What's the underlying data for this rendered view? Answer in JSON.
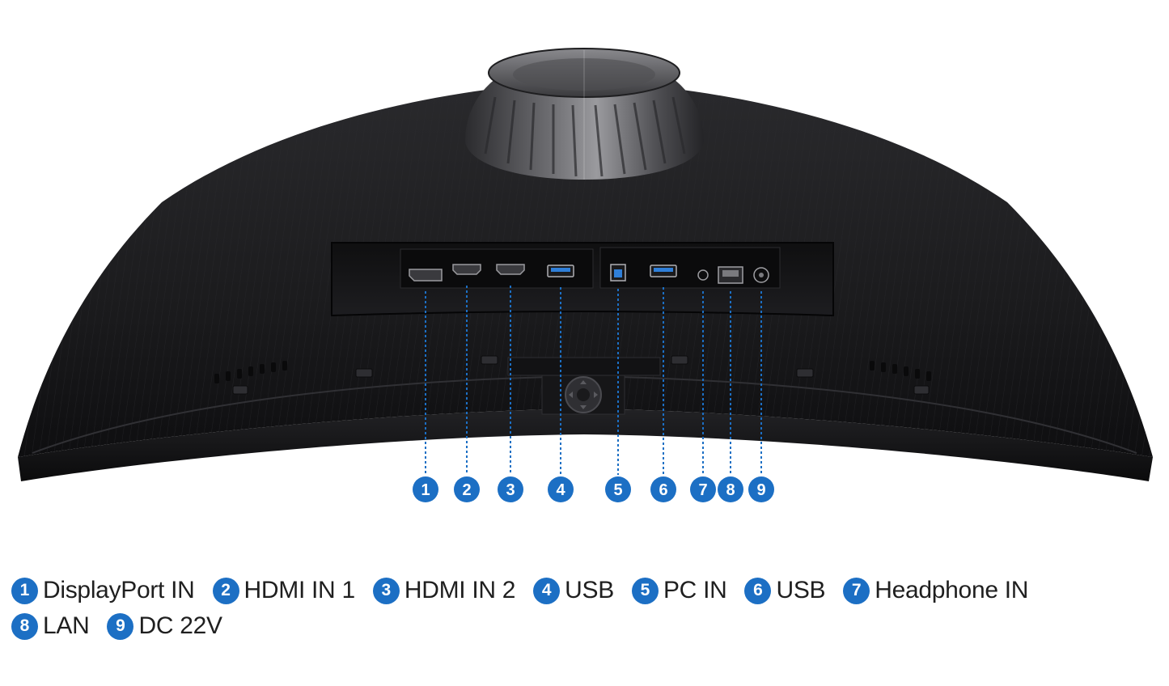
{
  "colors": {
    "badge": "#1c6fc4",
    "badge_text": "#ffffff",
    "leader_line": "#1c6fc4",
    "monitor_body": "#1b1b1d",
    "label_text": "#1f1f1f",
    "usb_accent": "#2f7fd9"
  },
  "ports": [
    {
      "number": "1",
      "label": "DisplayPort IN",
      "kind": "displayport"
    },
    {
      "number": "2",
      "label": "HDMI IN 1",
      "kind": "hdmi"
    },
    {
      "number": "3",
      "label": "HDMI IN 2",
      "kind": "hdmi"
    },
    {
      "number": "4",
      "label": "USB",
      "kind": "usb-a"
    },
    {
      "number": "5",
      "label": "PC IN",
      "kind": "usb-b"
    },
    {
      "number": "6",
      "label": "USB",
      "kind": "usb-a"
    },
    {
      "number": "7",
      "label": "Headphone IN",
      "kind": "audio-jack"
    },
    {
      "number": "8",
      "label": "LAN",
      "kind": "rj45"
    },
    {
      "number": "9",
      "label": "DC 22V",
      "kind": "dc-power"
    }
  ]
}
